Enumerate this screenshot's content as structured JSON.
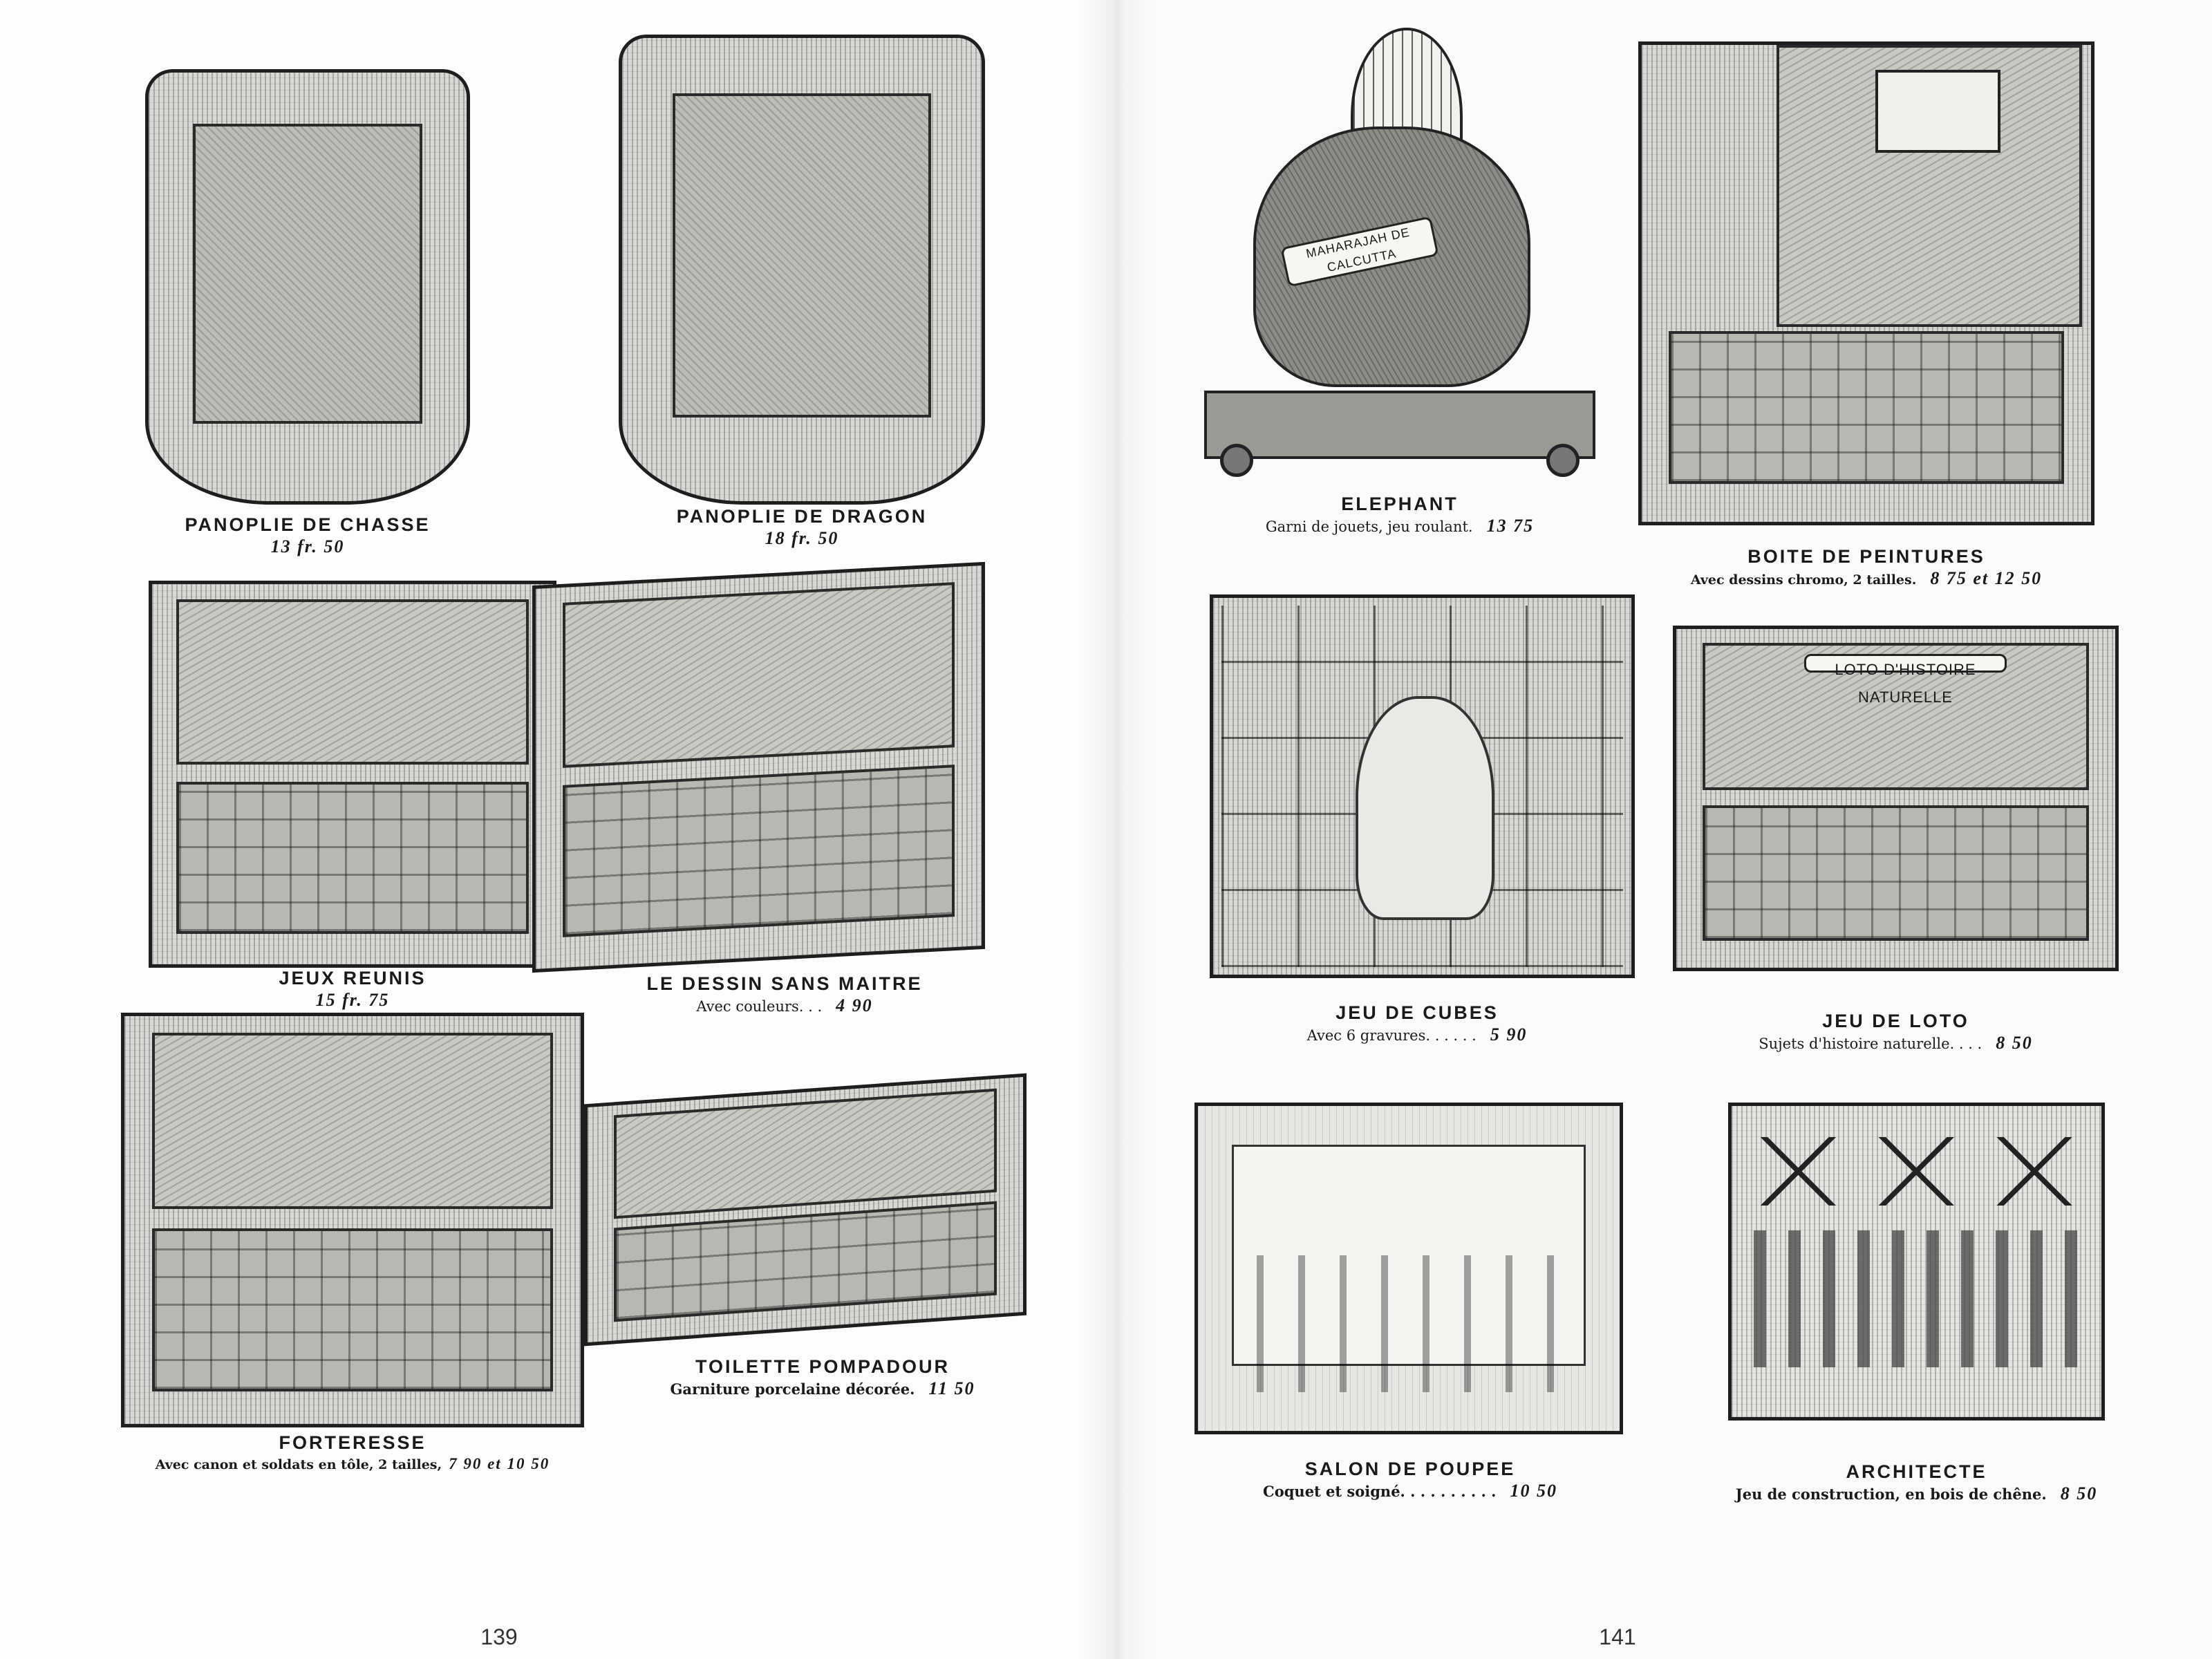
{
  "left_page": {
    "page_number": "139",
    "items": [
      {
        "title": "PANOPLIE DE CHASSE",
        "subtitle": "",
        "price": "13 fr. 50"
      },
      {
        "title": "PANOPLIE DE DRAGON",
        "subtitle": "",
        "price": "18 fr. 50"
      },
      {
        "title": "JEUX REUNIS",
        "subtitle": "",
        "price": "15 fr. 75"
      },
      {
        "title": "LE DESSIN SANS MAITRE",
        "subtitle": "Avec couleurs. .  .",
        "price": "4 90"
      },
      {
        "title": "FORTERESSE",
        "subtitle": "Avec canon et soldats en tôle, 2 tailles,",
        "price": "7 90 et 10 50"
      },
      {
        "title": "TOILETTE POMPADOUR",
        "subtitle": "Garniture porcelaine décorée.",
        "price": "11 50"
      }
    ]
  },
  "right_page": {
    "page_number": "141",
    "items": [
      {
        "title": "ELEPHANT",
        "subtitle": "Garni de jouets, jeu roulant.",
        "price": "13 75",
        "engraving_text": "MAHARAJAH DE CALCUTTA"
      },
      {
        "title": "BOITE DE PEINTURES",
        "subtitle": "Avec dessins chromo, 2 tailles.",
        "price": "8 75 et 12 50"
      },
      {
        "title": "JEU DE CUBES",
        "subtitle": "Avec 6 gravures. . . . . .",
        "price": "5 90"
      },
      {
        "title": "JEU DE LOTO",
        "subtitle": "Sujets d'histoire naturelle. . . .",
        "price": "8 50",
        "engraving_text": "LOTO D'HISTOIRE NATURELLE"
      },
      {
        "title": "SALON DE POUPEE",
        "subtitle": "Coquet et soigné. . . . . . . . . .",
        "price": "10 50"
      },
      {
        "title": "ARCHITECTE",
        "subtitle": "Jeu de construction, en bois de chêne.",
        "price": "8 50"
      }
    ]
  }
}
